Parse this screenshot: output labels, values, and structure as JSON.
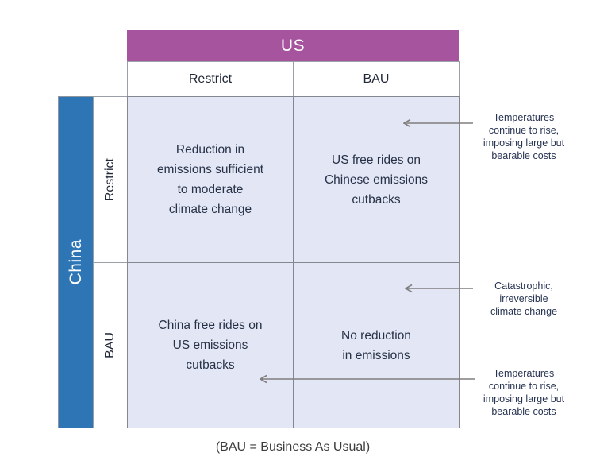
{
  "matrix": {
    "col_group_label": "US",
    "row_group_label": "China",
    "col_headers": [
      "Restrict",
      "BAU"
    ],
    "row_headers": [
      "Restrict",
      "BAU"
    ],
    "cells": [
      [
        "Reduction in\nemissions sufficient\nto moderate\nclimate change",
        "US free rides on\nChinese emissions\ncutbacks"
      ],
      [
        "China free rides on\nUS emissions\ncutbacks",
        "No reduction\nin emissions"
      ]
    ]
  },
  "annotations": [
    {
      "text": "Temperatures\ncontinue to rise,\nimposing large but\nbearable costs"
    },
    {
      "text": "Catastrophic,\nirreversible\nclimate change"
    },
    {
      "text": "Temperatures\ncontinue to rise,\nimposing large but\nbearable costs"
    }
  ],
  "caption": "(BAU = Business As Usual)",
  "colors": {
    "us_header_bg": "#a7549e",
    "china_bar_bg": "#2e75b6",
    "cell_bg": "#e3e6f4",
    "grid_line": "#84878e",
    "arrow": "#7f7f7f",
    "cell_text": "#273247",
    "annotation_text": "#273352",
    "header_text_on_color": "#ffffff"
  }
}
